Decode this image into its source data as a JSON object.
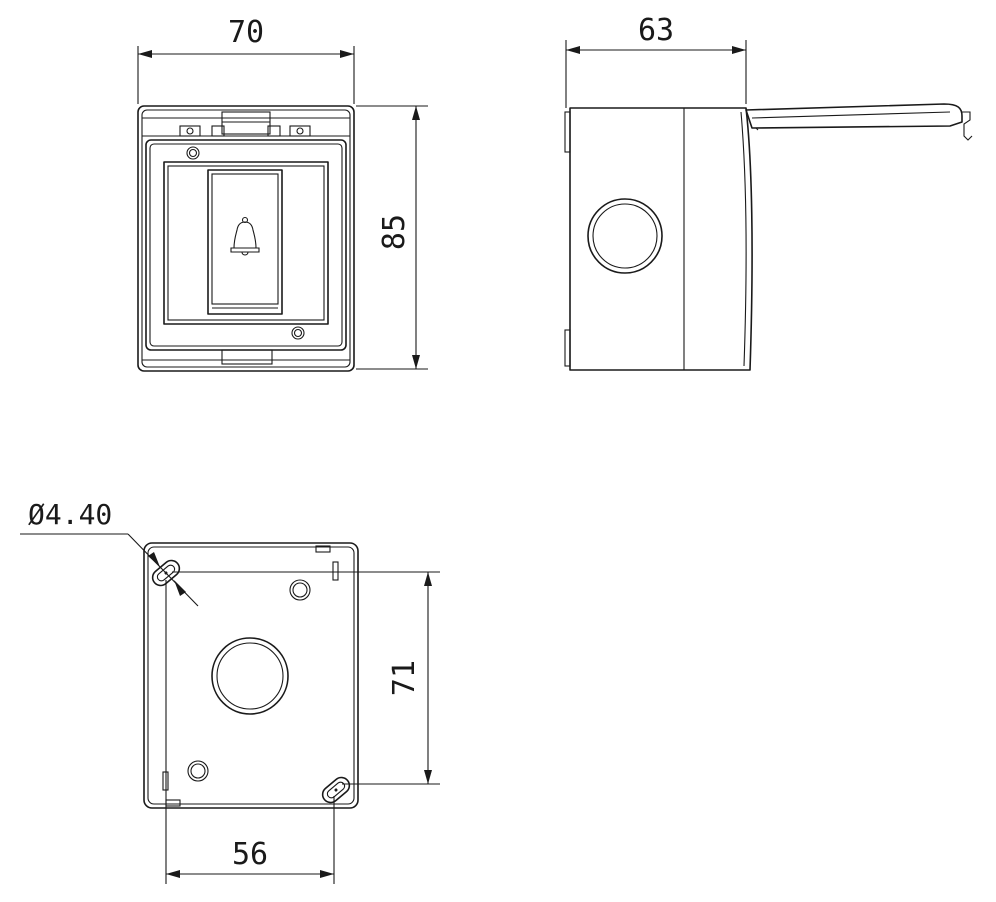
{
  "drawing": {
    "front_view": {
      "width_dim": "70",
      "height_dim": "85",
      "icon": "bell-icon"
    },
    "side_view": {
      "depth_dim": "63"
    },
    "back_view": {
      "hole_diameter_dim": "Ø4.40",
      "hole_vertical_spacing_dim": "71",
      "hole_horizontal_spacing_dim": "56"
    },
    "line_color": "#1a1a1a",
    "background": "#ffffff"
  }
}
